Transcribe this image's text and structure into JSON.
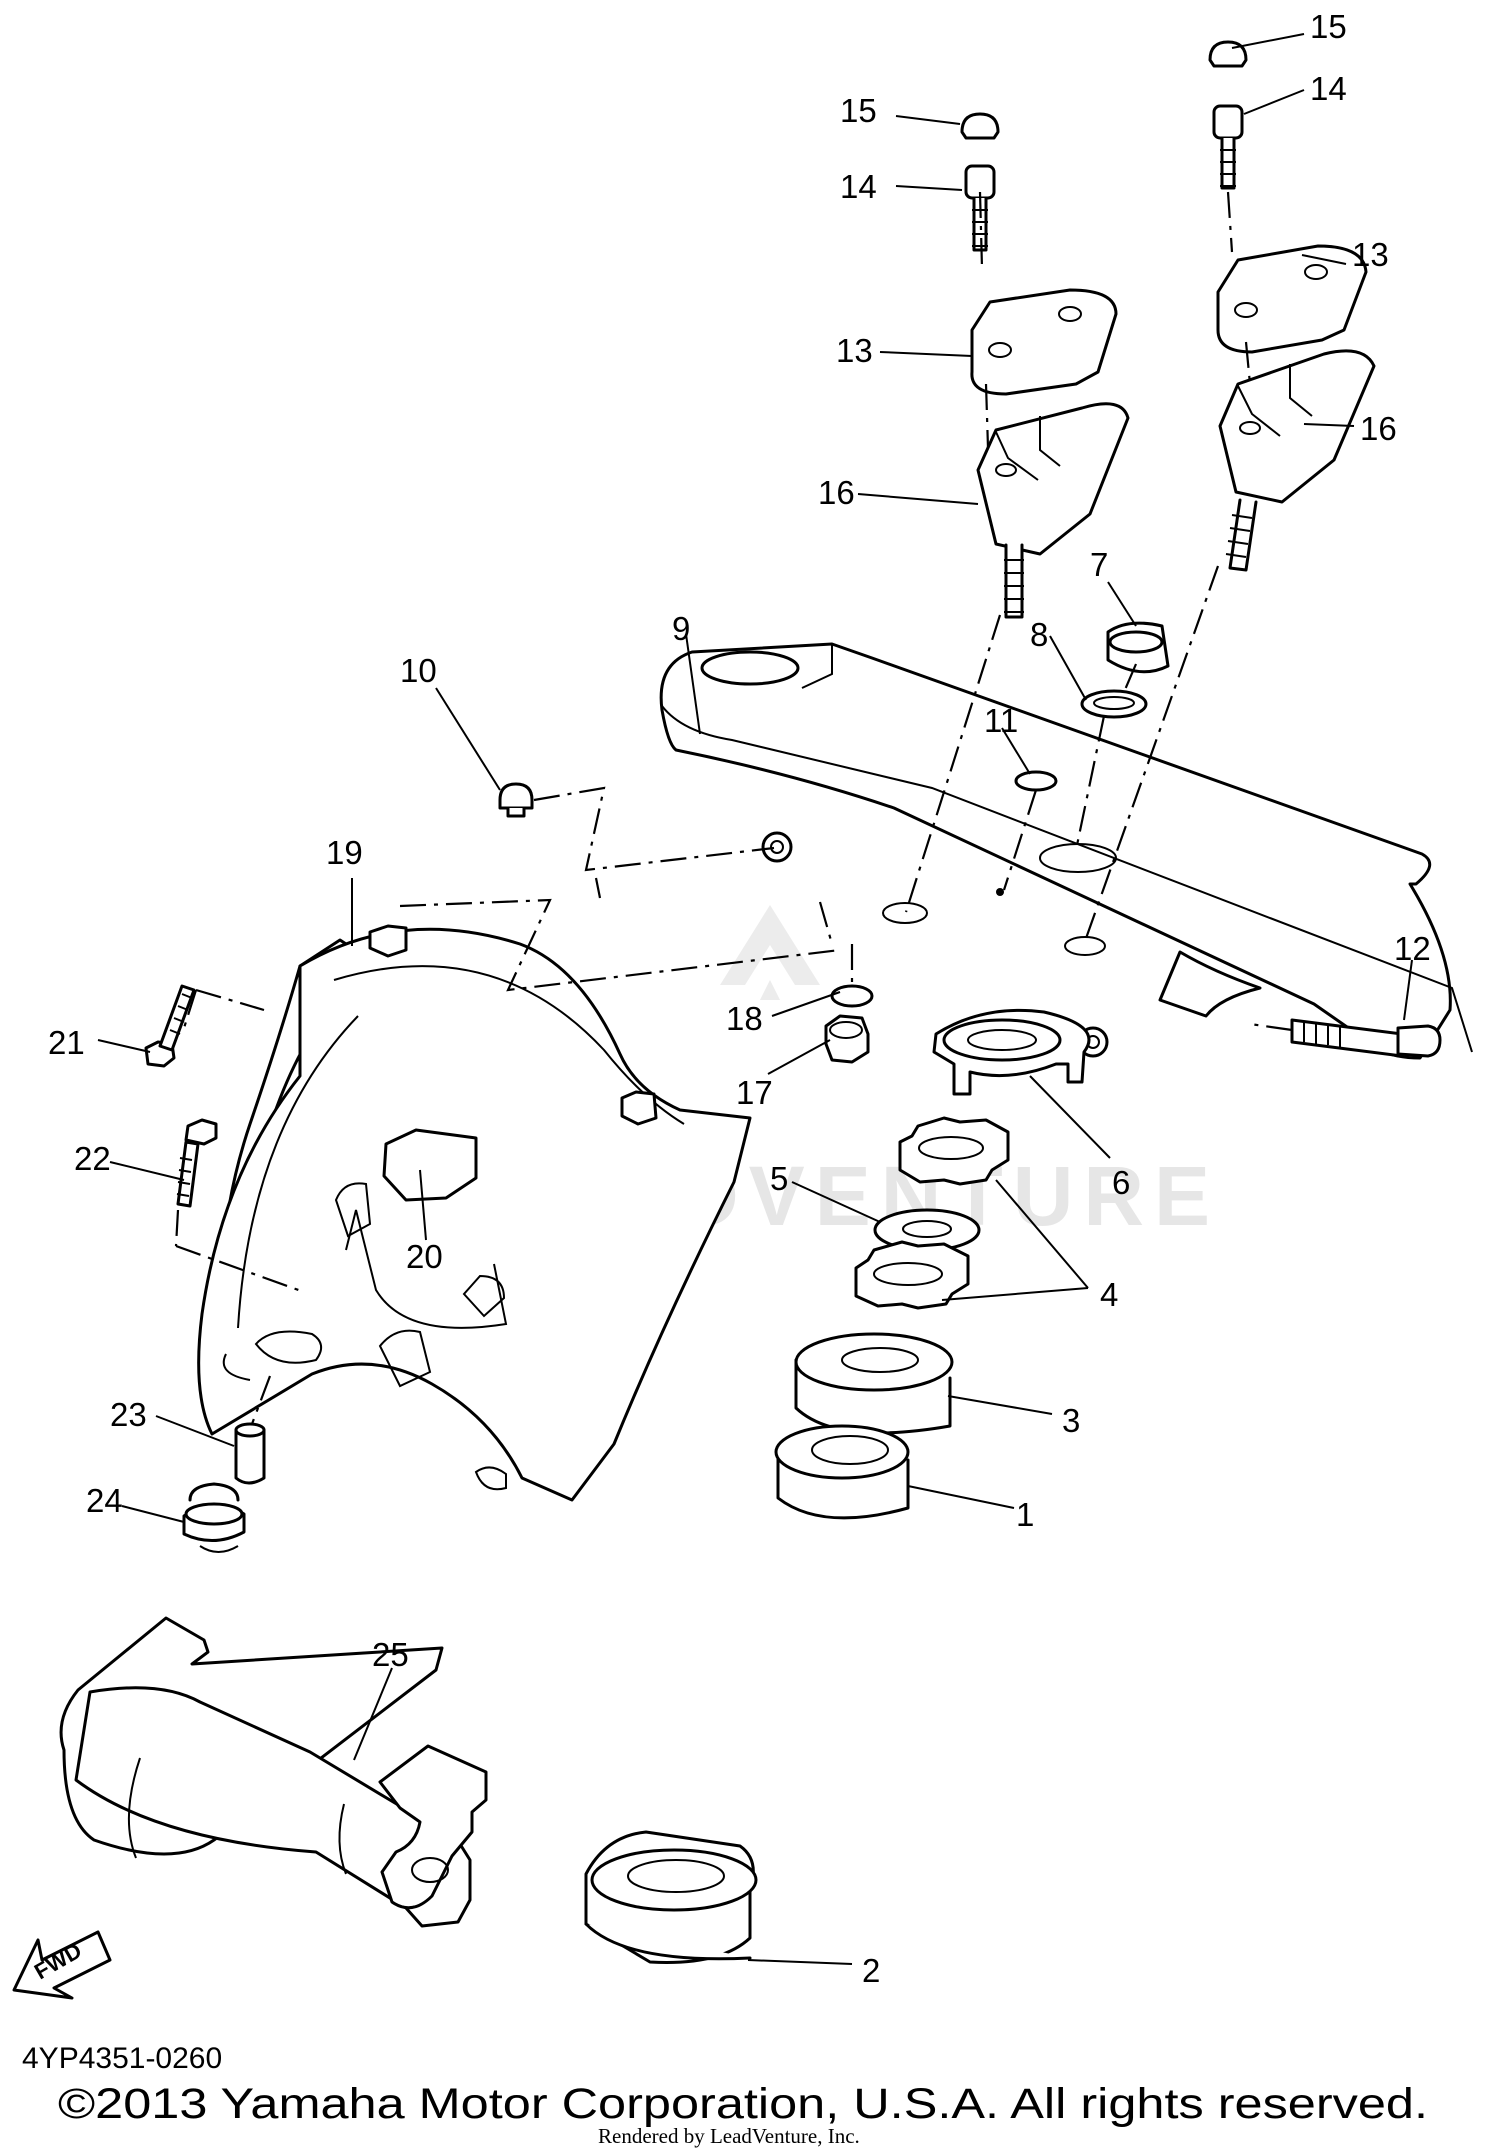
{
  "diagram": {
    "callouts": [
      "1",
      "2",
      "3",
      "4",
      "5",
      "6",
      "7",
      "8",
      "9",
      "10",
      "11",
      "12",
      "13",
      "13",
      "14",
      "14",
      "15",
      "15",
      "16",
      "16",
      "17",
      "18",
      "19",
      "20",
      "21",
      "22",
      "23",
      "24",
      "25"
    ],
    "direction_label": "FWD",
    "diagram_code": "4YP4351-0260",
    "copyright": "©2013 Yamaha Motor Corporation, U.S.A. All rights reserved.",
    "rendered_by": "Rendered by LeadVenture, Inc.",
    "watermark": "LEADVENTURE"
  }
}
